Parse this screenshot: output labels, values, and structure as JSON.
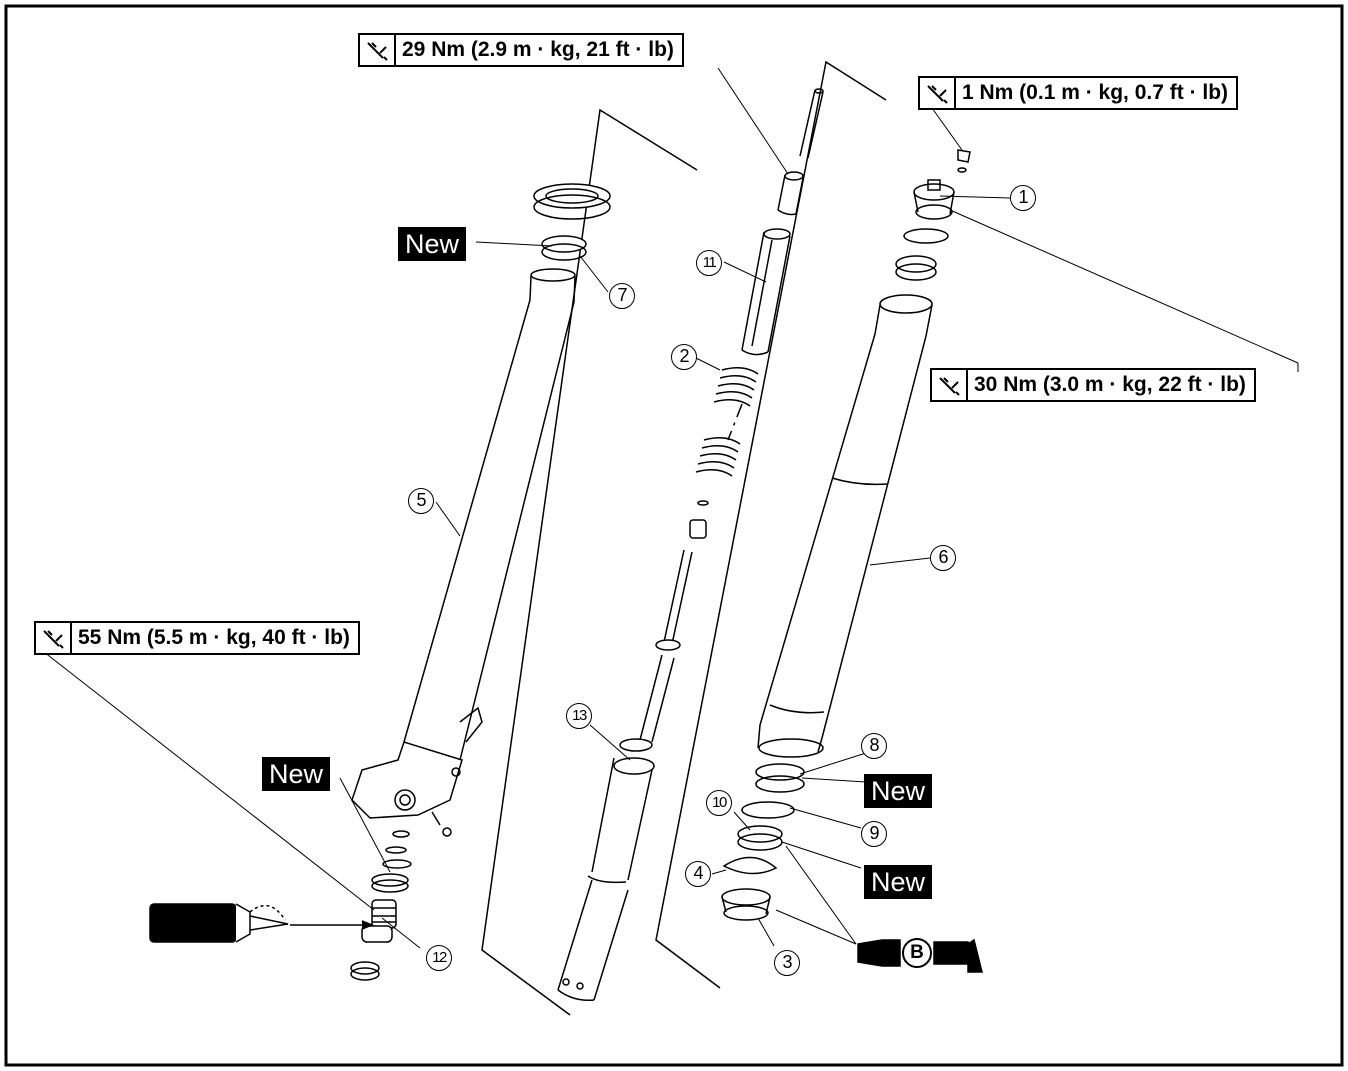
{
  "diagram": {
    "torque_specs": {
      "cap_bolt_top": "29 Nm (2.9 m · kg, 21 ft · lb)",
      "adjuster_screw": "1 Nm (0.1 m · kg, 0.7 ft · lb)",
      "cap_bolt": "30 Nm (3.0 m · kg, 22 ft · lb)",
      "base_bolt": "55 Nm (5.5 m · kg, 40 ft · lb)"
    },
    "new_labels": {
      "top_left": "New",
      "bottom_left": "New",
      "right_upper": "New",
      "right_lower": "New"
    },
    "lubricant_badge": "B",
    "callouts": {
      "c1": "1",
      "c2": "2",
      "c3": "3",
      "c4": "4",
      "c5": "5",
      "c6": "6",
      "c7": "7",
      "c8": "8",
      "c9": "9",
      "c10": "10",
      "c11": "11",
      "c12": "12",
      "c13": "13"
    },
    "icons": {
      "torque": "torque-wrench-icon",
      "adhesive": "thread-lock-tube-icon",
      "grease": "grease-gun-icon"
    }
  }
}
